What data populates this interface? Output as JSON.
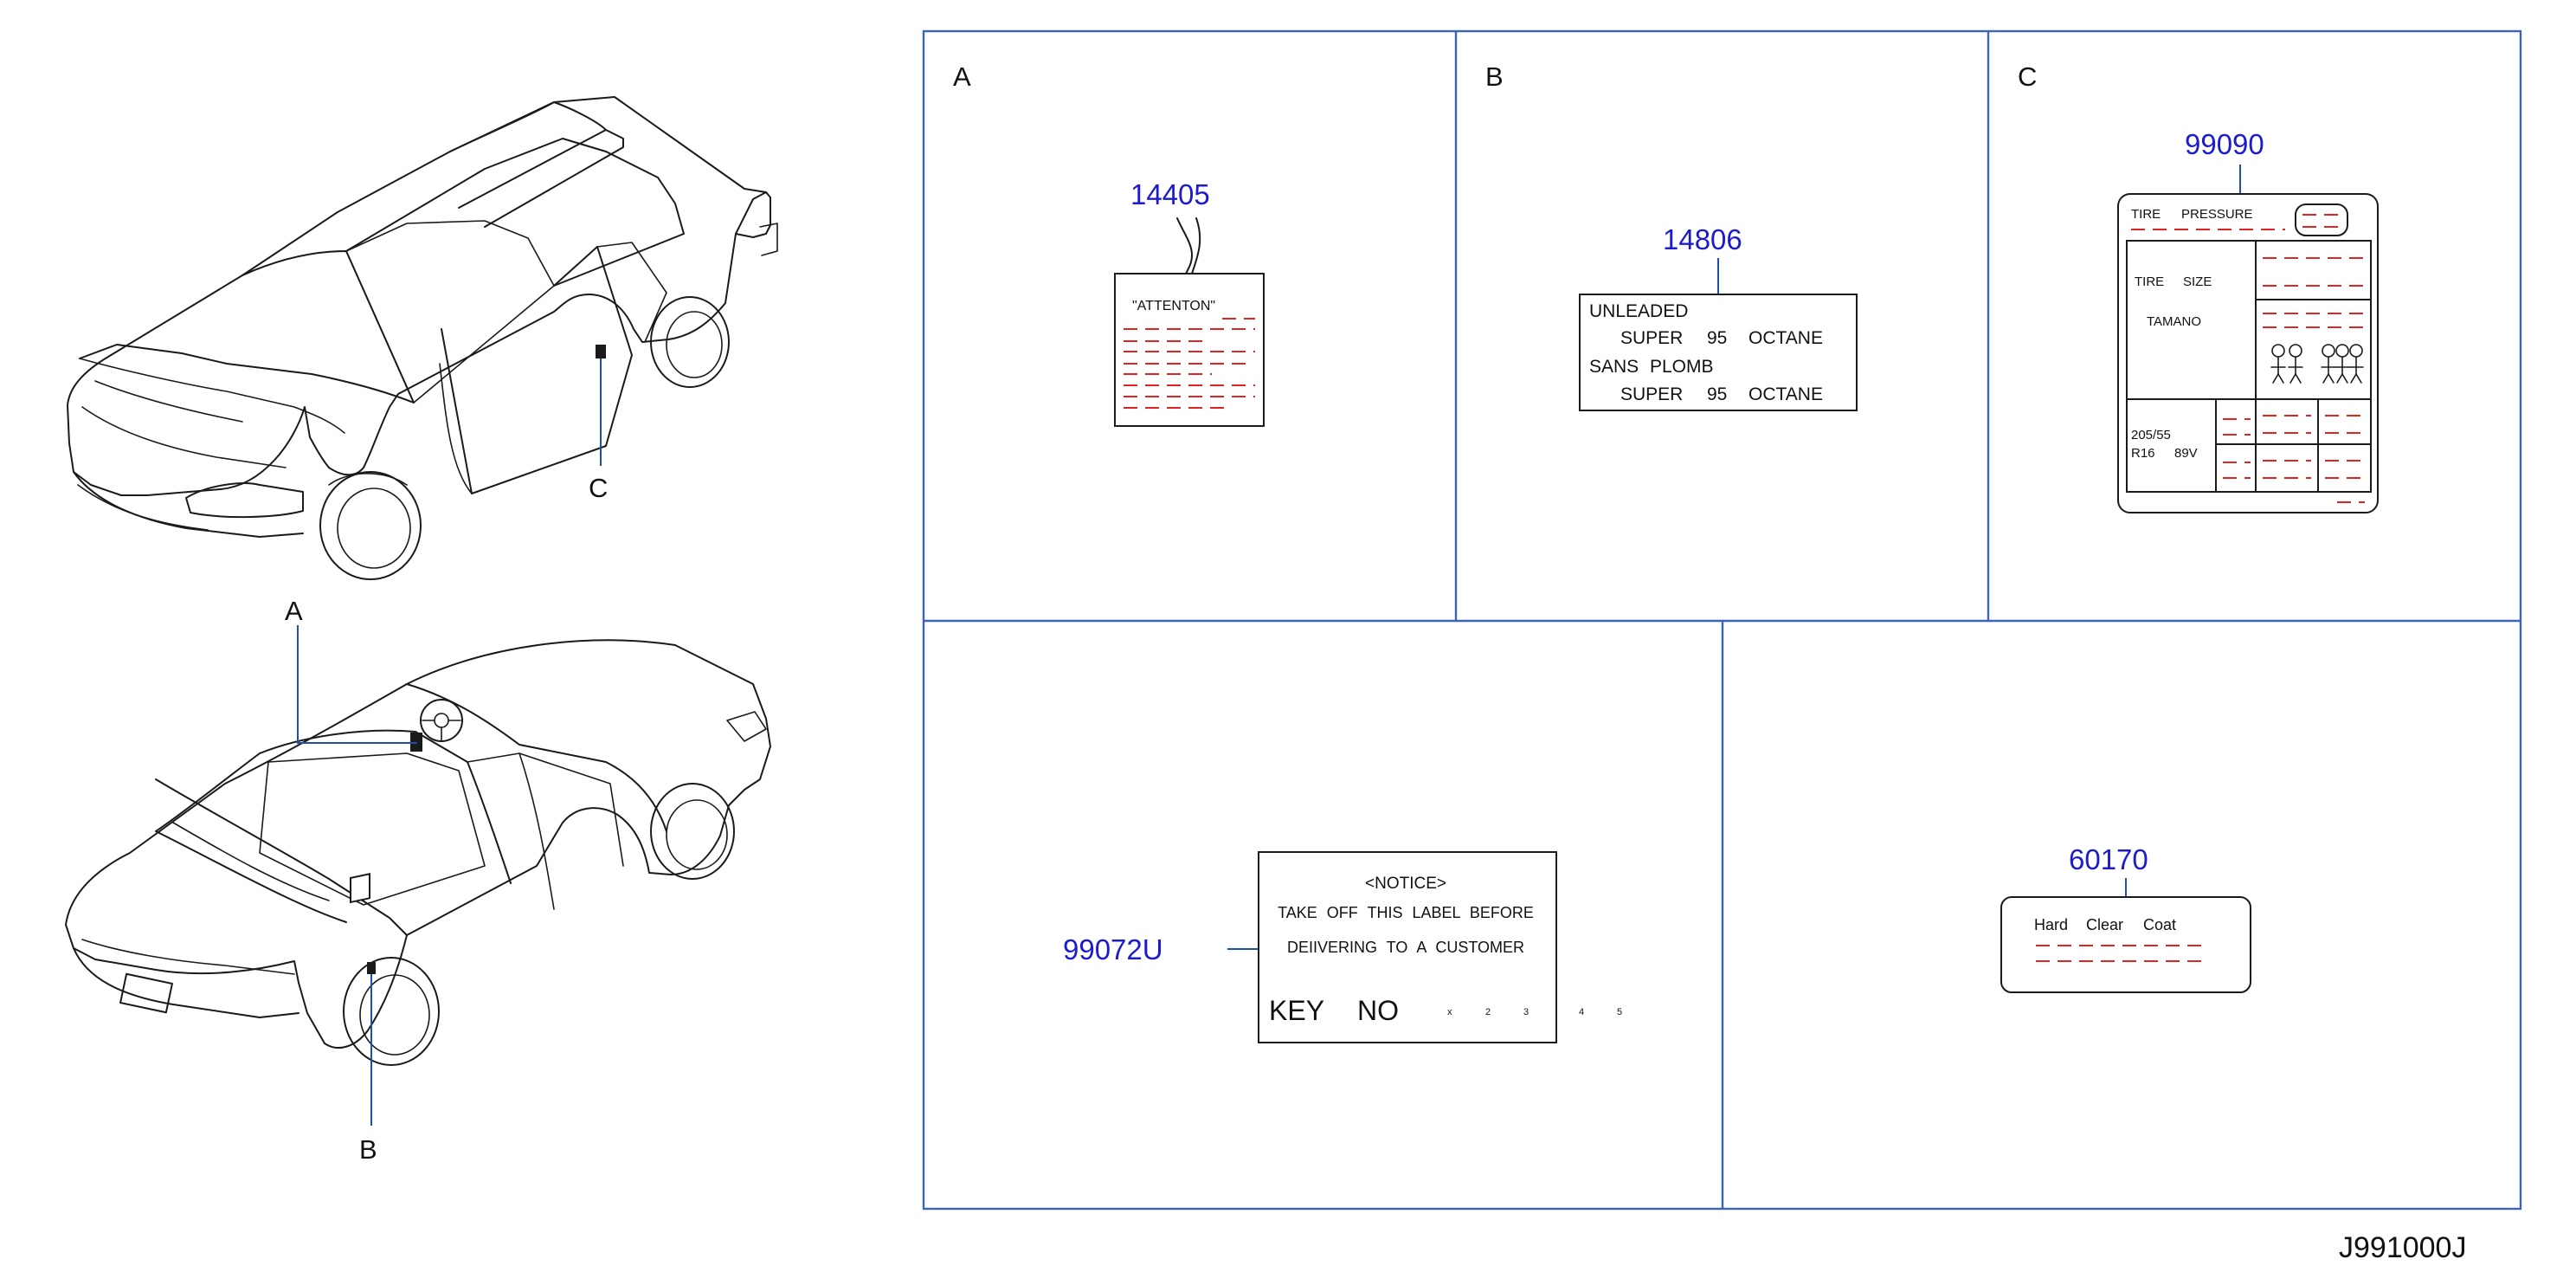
{
  "overview": {
    "pointer_labels": {
      "a": "A",
      "b": "B",
      "c": "C"
    }
  },
  "panels": {
    "a": {
      "letter": "A",
      "part_number": "14405",
      "tag_title": "\"ATTENTON\""
    },
    "b": {
      "letter": "B",
      "part_number": "14806",
      "label_lines": [
        "UNLEADED",
        "SUPER",
        "95",
        "OCTANE",
        "SANS",
        "PLOMB",
        "SUPER",
        "95",
        "OCTANE"
      ]
    },
    "c": {
      "letter": "C",
      "part_number": "99090",
      "heading": "TIRE",
      "heading2": "PRESSURE",
      "size_label": "TIRE",
      "size_label2": "SIZE",
      "tamano": "TAMANO",
      "spec_size": "205/55",
      "spec_rim": "R16",
      "spec_load": "89V"
    },
    "d": {
      "part_number": "99072U",
      "notice_title": "<NOTICE>",
      "notice_line1": "TAKE OFF THIS LABEL BEFORE",
      "notice_line2": "DEIIVERING TO A CUSTOMER",
      "key_label": "KEY",
      "no_label": "NO",
      "digits": [
        "x",
        "2",
        "3",
        "4",
        "5"
      ]
    },
    "e": {
      "part_number": "60170",
      "coat_words": [
        "Hard",
        "Clear",
        "Coat"
      ]
    }
  },
  "footer": {
    "diagram_code": "J991000J"
  }
}
